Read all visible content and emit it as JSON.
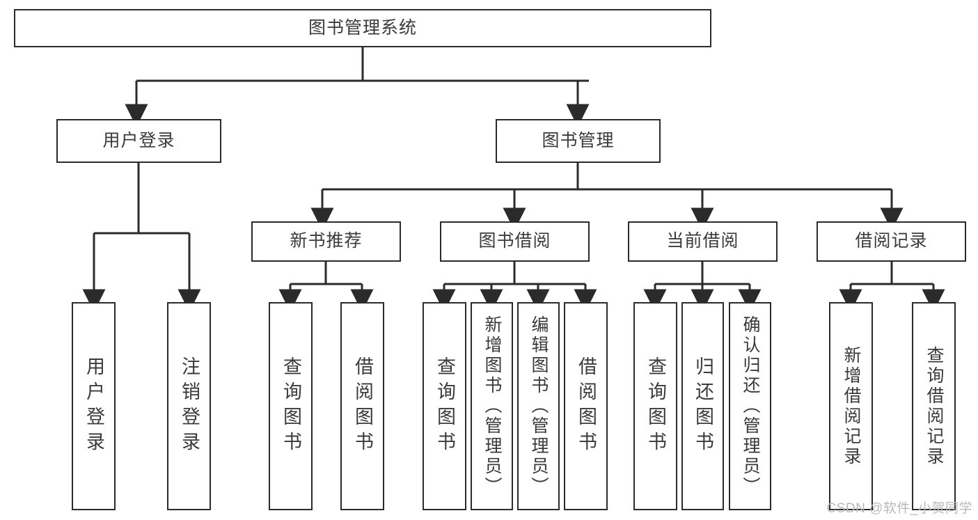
{
  "diagram": {
    "title": "图书管理系统",
    "watermark": "CSDN @软件_小贺同学",
    "colors": {
      "border": "#2b2b2b",
      "text": "#3a3a3a",
      "background": "#ffffff",
      "connector": "#2b2b2b",
      "watermark": "#b9b9b9"
    },
    "root": {
      "label": "图书管理系统"
    },
    "level2": [
      {
        "label": "用户登录"
      },
      {
        "label": "图书管理"
      }
    ],
    "level3": [
      {
        "label": "新书推荐"
      },
      {
        "label": "图书借阅"
      },
      {
        "label": "当前借阅"
      },
      {
        "label": "借阅记录"
      }
    ],
    "leaves": [
      {
        "label": "用户登录",
        "parent": "用户登录"
      },
      {
        "label": "注销登录",
        "parent": "用户登录"
      },
      {
        "label": "查询图书",
        "parent": "新书推荐"
      },
      {
        "label": "借阅图书",
        "parent": "新书推荐"
      },
      {
        "label": "查询图书",
        "parent": "图书借阅"
      },
      {
        "label": "新增图书（管理员）",
        "parent": "图书借阅"
      },
      {
        "label": "编辑图书（管理员）",
        "parent": "图书借阅"
      },
      {
        "label": "借阅图书",
        "parent": "图书借阅"
      },
      {
        "label": "查询图书",
        "parent": "当前借阅"
      },
      {
        "label": "归还图书",
        "parent": "当前借阅"
      },
      {
        "label": "确认归还（管理员）",
        "parent": "当前借阅"
      },
      {
        "label": "新增借阅记录",
        "parent": "借阅记录"
      },
      {
        "label": "查询借阅记录",
        "parent": "借阅记录"
      }
    ]
  }
}
